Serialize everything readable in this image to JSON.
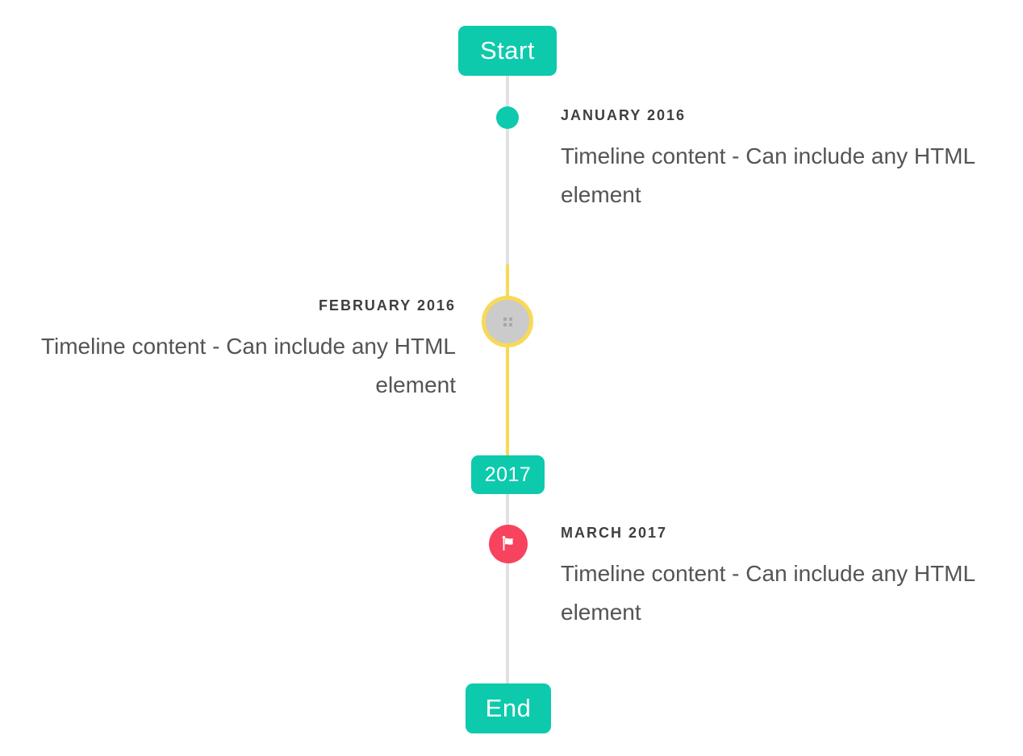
{
  "timeline": {
    "start_badge": "Start",
    "period_badge": "2017",
    "end_badge": "End",
    "items": [
      {
        "title": "JANUARY 2016",
        "content": "Timeline content - Can include any HTML element",
        "side": "right",
        "marker": "teal-dot"
      },
      {
        "title": "FEBRUARY 2016",
        "content": "Timeline content - Can include any HTML element",
        "side": "left",
        "marker": "gray-image-circle-yellow-ring"
      },
      {
        "title": "MARCH 2017",
        "content": "Timeline content - Can include any HTML element",
        "side": "right",
        "marker": "red-flag-circle"
      }
    ],
    "colors": {
      "accent_teal": "#0dcaac",
      "accent_yellow": "#f8d957",
      "accent_red": "#f8435f",
      "line_gray": "#e1e1e1",
      "marker_gray_fill": "#cbcbcb",
      "title_text": "#3f3f3f",
      "content_text": "#545454"
    }
  }
}
